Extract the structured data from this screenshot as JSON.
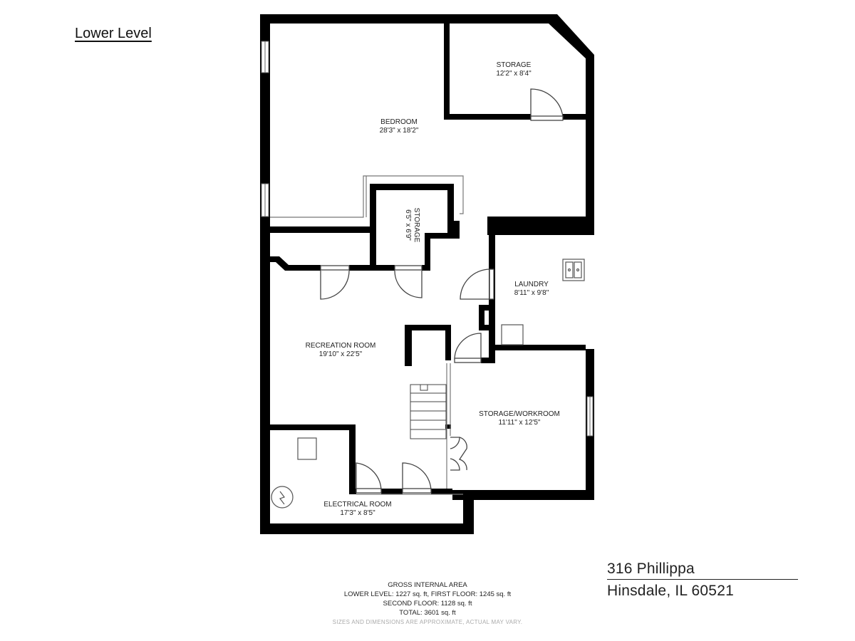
{
  "level_title": "Lower Level",
  "rooms": [
    {
      "id": "bedroom",
      "name": "BEDROOM",
      "dims": "28'3\" x 18'2\""
    },
    {
      "id": "storage_top",
      "name": "STORAGE",
      "dims": "12'2\" x 8'4\""
    },
    {
      "id": "storage_small",
      "name": "STORAGE",
      "dims": "6'5\" x 6'9\""
    },
    {
      "id": "laundry",
      "name": "LAUNDRY",
      "dims": "8'11\" x 9'8\""
    },
    {
      "id": "recreation",
      "name": "RECREATION ROOM",
      "dims": "19'10\" x 22'5\""
    },
    {
      "id": "workroom",
      "name": "STORAGE/WORKROOM",
      "dims": "11'11\" x 12'5\""
    },
    {
      "id": "electrical",
      "name": "ELECTRICAL ROOM",
      "dims": "17'3\" x 8'5\""
    }
  ],
  "address": {
    "line1": "316 Phillippa",
    "line2": "Hinsdale, IL 60521"
  },
  "area": {
    "heading": "GROSS INTERNAL AREA",
    "line1": "LOWER LEVEL: 1227 sq. ft, FIRST FLOOR: 1245 sq. ft",
    "line2": "SECOND FLOOR: 1128 sq. ft",
    "total": "TOTAL: 3601 sq. ft",
    "disclaimer": "SIZES AND DIMENSIONS ARE APPROXIMATE, ACTUAL MAY VARY."
  },
  "colors": {
    "wall": "#000000",
    "background": "#ffffff",
    "fixture": "#555555"
  }
}
